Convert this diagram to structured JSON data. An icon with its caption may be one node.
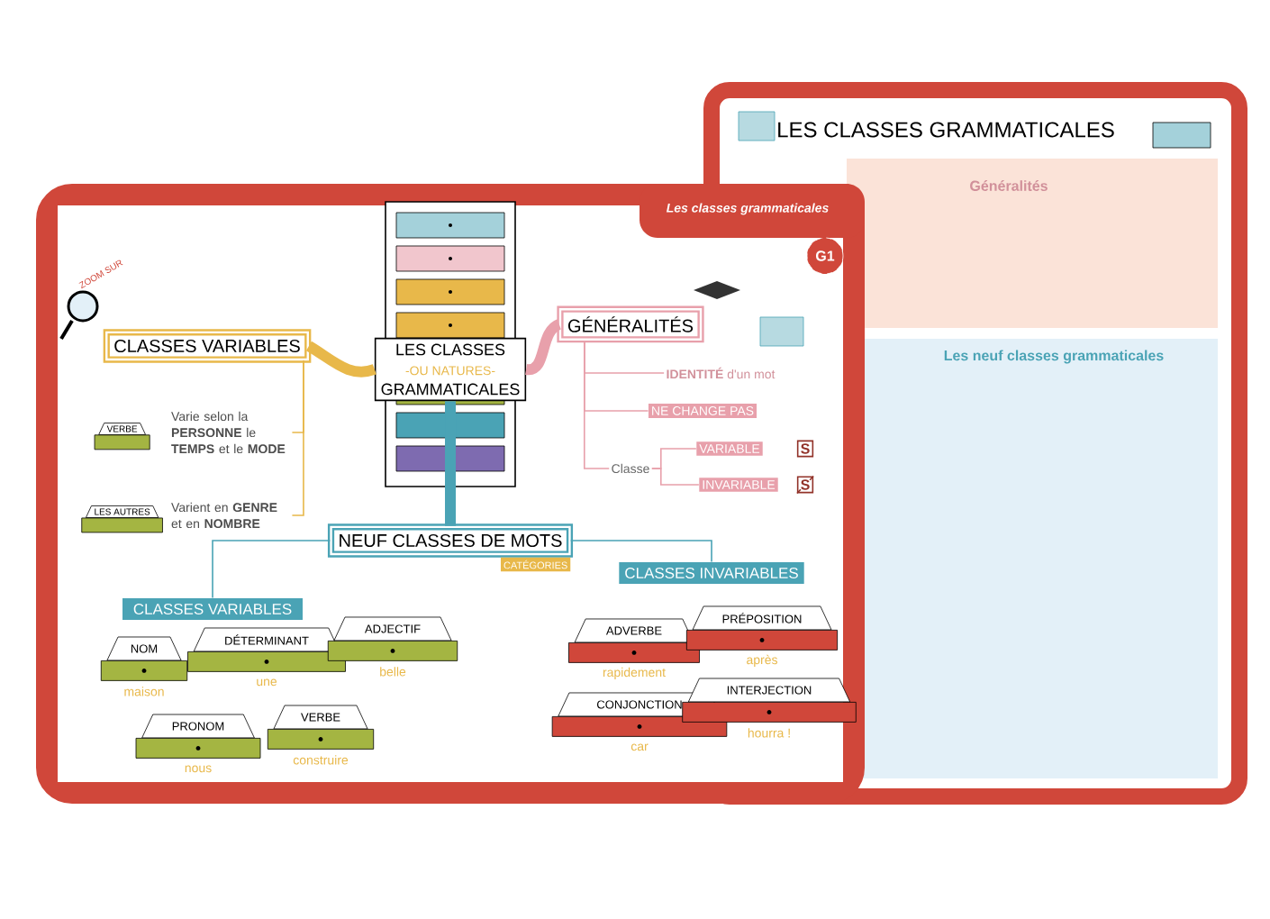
{
  "diagram": {
    "nodes": [
      {
        "text": [
          "LES CLASSES",
          "-OU NATURES-",
          "GRAMMATICALES"
        ]
      },
      {
        "text": [
          "CLASSES VARIABLES"
        ]
      },
      {
        "text": [
          "GÉNÉRALITÉS"
        ]
      },
      {
        "text": [
          "NEUF CLASSES DE MOTS"
        ],
        "beside": [
          "CATÉGORIES"
        ]
      },
      {
        "text": [
          "CLASSES VARIABLES"
        ]
      },
      {
        "text": [
          "CLASSES INVARIABLES"
        ]
      },
      {
        "text": [
          "NOM"
        ],
        "beside": [
          "maison"
        ]
      },
      {
        "text": [
          "DÉTERMINANT"
        ],
        "beside": [
          "une"
        ]
      },
      {
        "text": [
          "ADJECTIF"
        ],
        "beside": [
          "belle"
        ]
      },
      {
        "text": [
          "PRONOM"
        ],
        "beside": [
          "nous"
        ]
      },
      {
        "text": [
          "VERBE"
        ],
        "beside": [
          "construire"
        ]
      },
      {
        "text": [
          "ADVERBE"
        ],
        "beside": [
          "rapidement"
        ]
      },
      {
        "text": [
          "PRÉPOSITION"
        ],
        "beside": [
          "après"
        ]
      },
      {
        "text": [
          "CONJONCTION"
        ],
        "beside": [
          "car"
        ]
      },
      {
        "text": [
          "INTERJECTION"
        ],
        "beside": [
          "hourra !"
        ]
      },
      {
        "text": [
          "Varie selon la **PERSONNE** le **TEMPS** et le **MODE**"
        ],
        "beside": [
          "VERBE"
        ]
      },
      {
        "text": [
          "Varient en **GENRE** et en **NOMBRE**"
        ],
        "beside": [
          "LES AUTRES"
        ]
      },
      {
        "text": [
          "**IDENTITÉ** d'un mot"
        ]
      },
      {
        "text": [
          "NE CHANGE PAS"
        ]
      },
      {
        "text": [
          "Classe"
        ]
      },
      {
        "text": [
          "VARIABLE"
        ]
      },
      {
        "text": [
          "INVARIABLE"
        ]
      }
    ],
    "edges": [
      {
        "from": 0,
        "to": 1,
        "arrow": "none",
        "style": "thick",
        "color": "#e8b84a"
      },
      {
        "from": 0,
        "to": 2,
        "arrow": "none",
        "style": "thick"
      },
      {
        "from": 0,
        "to": 3,
        "arrow": "none",
        "style": "thick",
        "color": "#4aa3b5"
      },
      {
        "from": 3,
        "to": 4,
        "arrow": "none",
        "color": "#4aa3b5"
      },
      {
        "from": 3,
        "to": 5,
        "arrow": "none",
        "color": "#4aa3b5"
      },
      {
        "from": 1,
        "to": 15,
        "arrow": "none",
        "color": "#e8b84a"
      },
      {
        "from": 1,
        "to": 16,
        "arrow": "none",
        "color": "#e8b84a"
      },
      {
        "from": 2,
        "to": 17,
        "arrow": "none"
      },
      {
        "from": 2,
        "to": 18,
        "arrow": "none"
      },
      {
        "from": 2,
        "to": 19,
        "arrow": "none"
      },
      {
        "from": 19,
        "to": 20,
        "arrow": "none"
      },
      {
        "from": 19,
        "to": 21,
        "arrow": "none"
      }
    ],
    "labels": [
      "LES CLASSES GRAMMATICALES",
      "Généralités",
      "Les neuf classes grammaticales",
      "Les classes grammaticales",
      "G1",
      "ZOOM SUR",
      "S",
      "S"
    ]
  }
}
